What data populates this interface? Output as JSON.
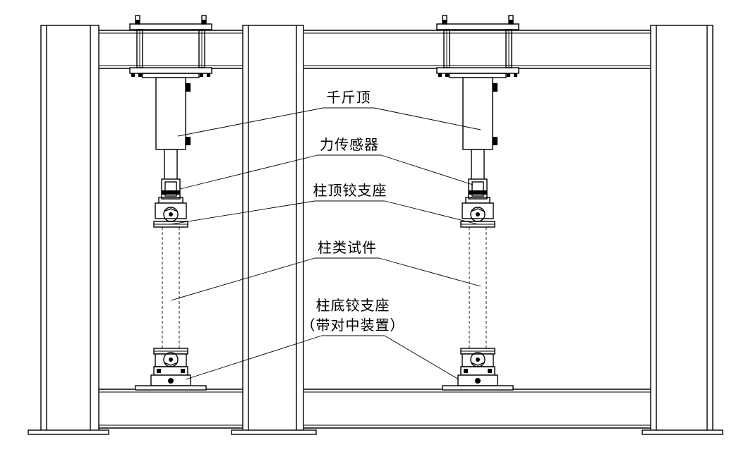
{
  "labels": {
    "jack": "千斤顶",
    "force_sensor": "力传感器",
    "top_hinge_support": "柱顶铰支座",
    "column_specimen": "柱类试件",
    "bottom_hinge_support_line1": "柱底铰支座",
    "bottom_hinge_support_line2": "（带对中装置）"
  },
  "colors": {
    "line": "#000000",
    "background": "#ffffff"
  }
}
